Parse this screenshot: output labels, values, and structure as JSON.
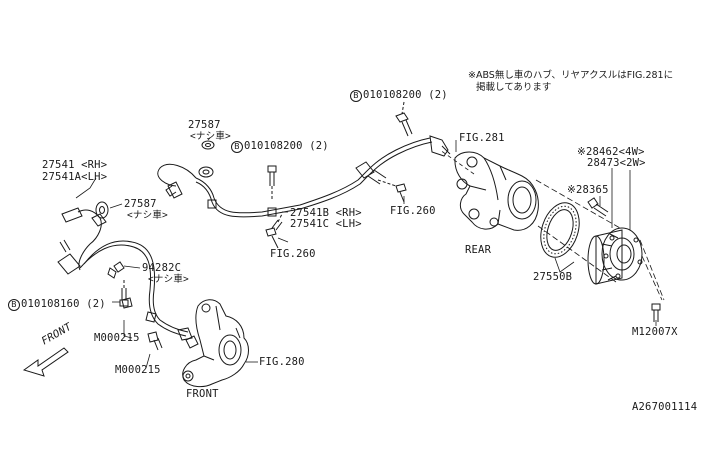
{
  "diagram": {
    "note_line1": "※ABS無し車のハブ、リヤアクスルはFIG.281に",
    "note_line2": "掲載してあります",
    "bolt_010108200_a": "010108200 (2)",
    "bolt_010108200_b": "010108200 (2)",
    "bolt_010108160": "010108160 (2)",
    "bolt_circle_letter": "B",
    "fig281": "FIG.281",
    "fig260_a": "FIG.260",
    "fig260_b": "FIG.260",
    "fig280": "FIG.280",
    "rear": "REAR",
    "front_lower": "FRONT",
    "front_arrow": "FRONT",
    "part_27587_top": "27587",
    "part_27587_top_note": "<ナシ車>",
    "part_27587_left": "27587",
    "part_27587_left_note": "<ナシ車>",
    "part_27541_rh": "27541 <RH>",
    "part_27541a_lh": "27541A<LH>",
    "part_27541b_rh": "27541B <RH>",
    "part_27541c_lh": "27541C <LH>",
    "part_94282c": "94282C",
    "part_94282c_note": "<ナシ車>",
    "part_m000215_a": "M000215",
    "part_m000215_b": "M000215",
    "part_28462": "※28462<4W>",
    "part_28473": "28473<2W>",
    "part_28365": "※28365",
    "part_27550b": "27550B",
    "part_m12007x": "M12007X",
    "diagram_code": "A267001114"
  }
}
